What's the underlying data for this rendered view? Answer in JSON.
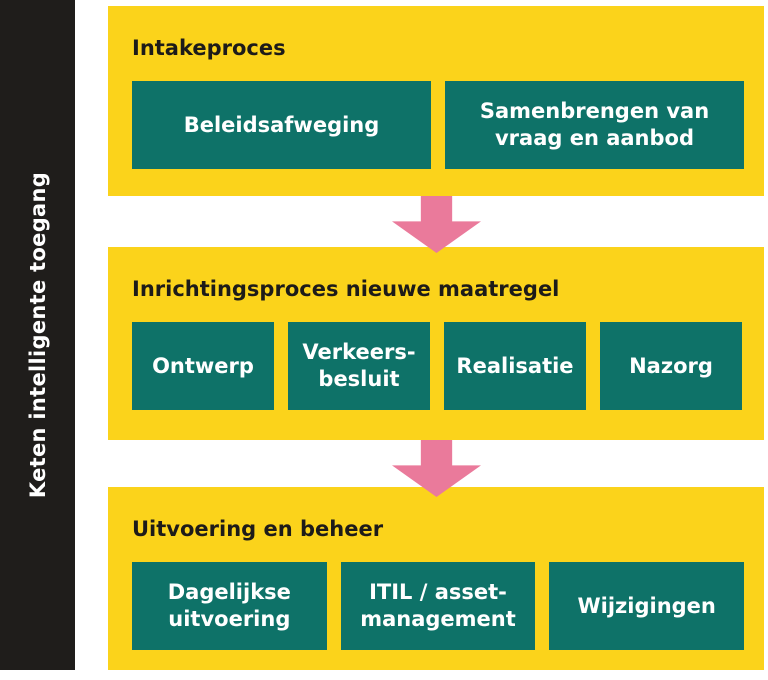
{
  "sidebar": {
    "label": "Keten intelligente toegang"
  },
  "colors": {
    "yellow": "#FBD31B",
    "teal": "#0E7268",
    "pink": "#EA7A9B",
    "dark": "#1F1D1B",
    "text_dark": "#1D1B19",
    "text_light": "#FFFFFF"
  },
  "panels": [
    {
      "title": "Intakeproces",
      "buttons": [
        {
          "label": "Beleidsafweging"
        },
        {
          "label": "Samenbrengen van\nvraag en aanbod"
        }
      ]
    },
    {
      "title": "Inrichtingsproces nieuwe maatregel",
      "buttons": [
        {
          "label": "Ontwerp"
        },
        {
          "label": "Verkeers-\nbesluit"
        },
        {
          "label": "Realisatie"
        },
        {
          "label": "Nazorg"
        }
      ]
    },
    {
      "title": "Uitvoering en beheer",
      "buttons": [
        {
          "label": "Dagelijkse\nuitvoering"
        },
        {
          "label": "ITIL / asset-\nmanagement"
        },
        {
          "label": "Wijzigingen"
        }
      ]
    }
  ],
  "arrows": [
    {
      "name": "arrow-intake-to-inrichting"
    },
    {
      "name": "arrow-inrichting-to-uitvoering"
    }
  ]
}
